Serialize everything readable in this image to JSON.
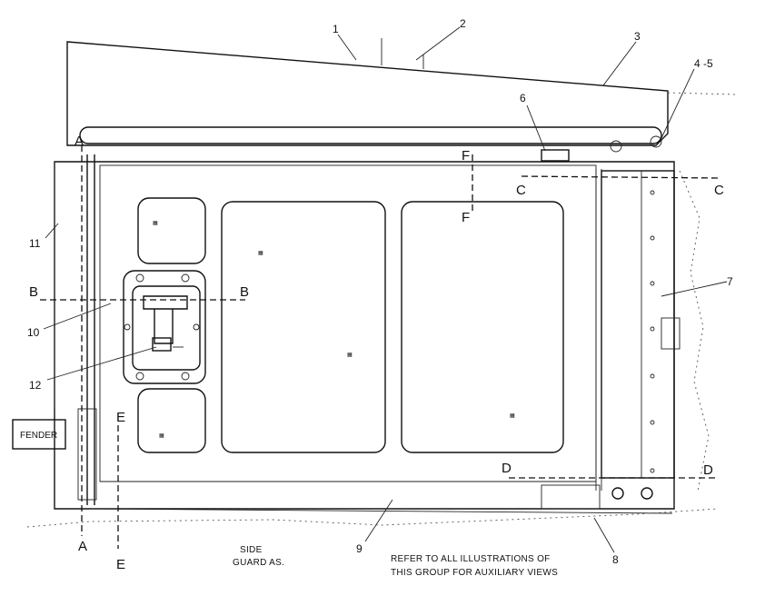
{
  "callouts": [
    "1",
    "2",
    "3",
    "4 -5",
    "6",
    "7",
    "8",
    "9",
    "10",
    "11",
    "12"
  ],
  "sections": {
    "A": "A",
    "B": "B",
    "C": "C",
    "D": "D",
    "E": "E",
    "F": "F"
  },
  "labels": {
    "fender": "FENDER",
    "side_guard_line1": "SIDE",
    "side_guard_line2": "GUARD AS.",
    "note_line1": "REFER TO ALL ILLUSTRATIONS OF",
    "note_line2": "THIS GROUP FOR AUXILIARY VIEWS"
  }
}
